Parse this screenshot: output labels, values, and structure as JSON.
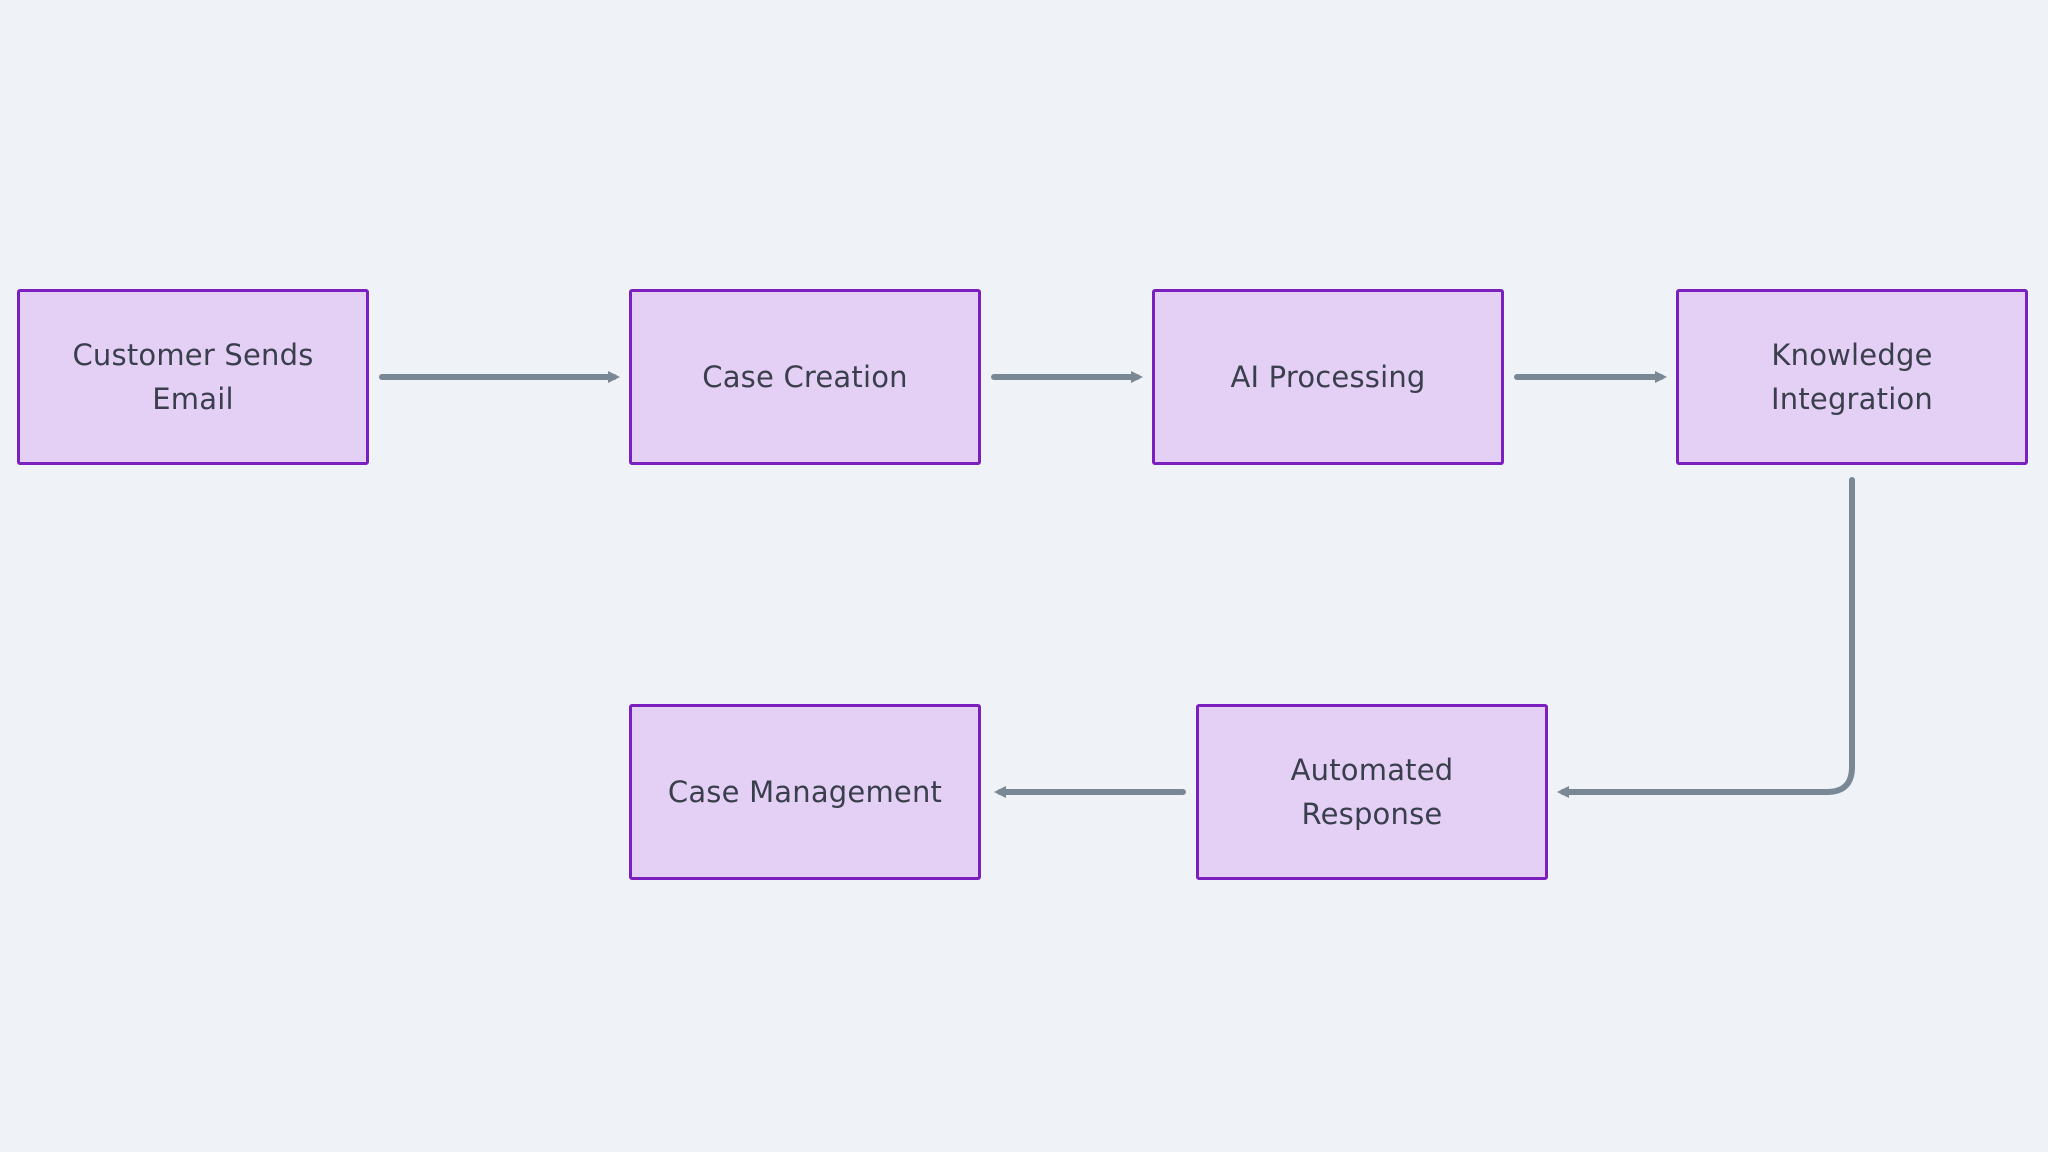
{
  "diagram": {
    "nodes": [
      {
        "id": "customer_sends_email",
        "label": "Customer Sends Email"
      },
      {
        "id": "case_creation",
        "label": "Case Creation"
      },
      {
        "id": "ai_processing",
        "label": "AI Processing"
      },
      {
        "id": "knowledge_integration",
        "label": "Knowledge Integration"
      },
      {
        "id": "automated_response",
        "label": "Automated Response"
      },
      {
        "id": "case_management",
        "label": "Case Management"
      }
    ],
    "edges": [
      {
        "from": "customer_sends_email",
        "to": "case_creation"
      },
      {
        "from": "case_creation",
        "to": "ai_processing"
      },
      {
        "from": "ai_processing",
        "to": "knowledge_integration"
      },
      {
        "from": "knowledge_integration",
        "to": "automated_response"
      },
      {
        "from": "automated_response",
        "to": "case_management"
      }
    ],
    "colors": {
      "background": "#eff3f7",
      "node_fill": "#e5d0f5",
      "node_border": "#7b1fbf",
      "edge": "#7a8896",
      "text": "#3a3f4d"
    }
  }
}
